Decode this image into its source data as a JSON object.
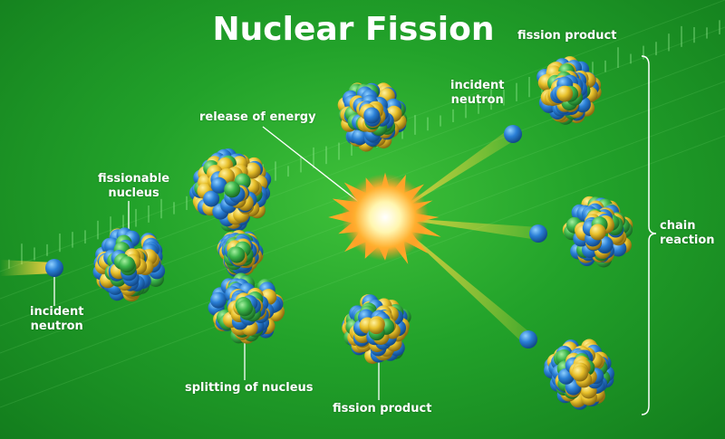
{
  "title": "Nuclear Fission",
  "labels": {
    "fission_product_top": "fission product",
    "incident_neutron_right": [
      "incident",
      "neutron"
    ],
    "release_of_energy": "release of energy",
    "fissionable_nucleus": [
      "fissionable",
      "nucleus"
    ],
    "incident_neutron_left": [
      "incident",
      "neutron"
    ],
    "splitting_of_nucleus": "splitting of nucleus",
    "fission_product_bottom": "fission product",
    "chain_reaction": [
      "chain",
      "reaction"
    ]
  },
  "colors": {
    "background": "#22a22a",
    "blue": "#2a7fd6",
    "yellow": "#e8c02a",
    "green": "#3bb54a",
    "flash": "#ffd23a"
  }
}
